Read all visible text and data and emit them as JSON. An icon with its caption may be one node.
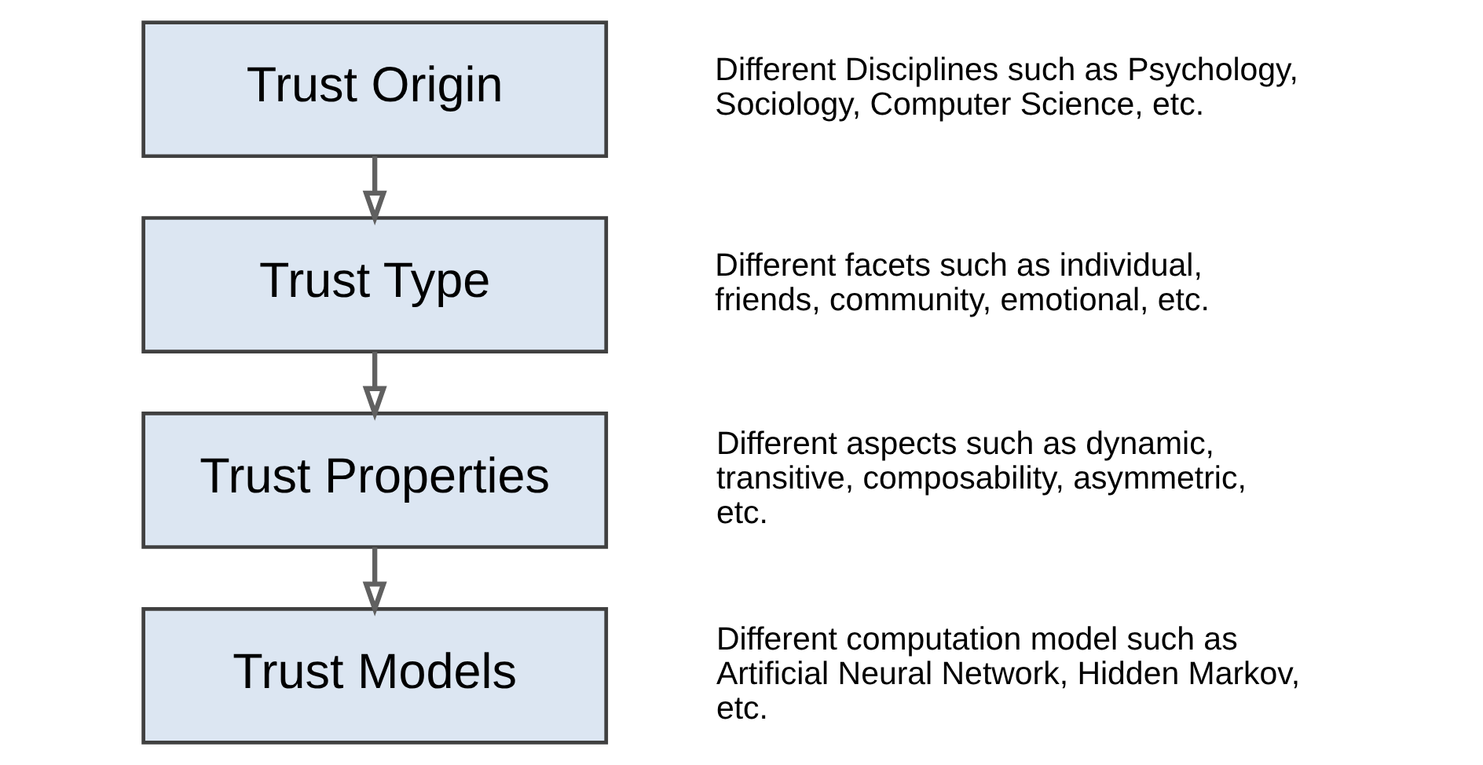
{
  "diagram": {
    "nodes": [
      {
        "text": [
          "Trust Origin"
        ],
        "beside": [
          "Different Disciplines such as Psychology, Sociology, Computer Science, etc."
        ]
      },
      {
        "text": [
          "Trust Type"
        ],
        "beside": [
          "Different facets such as individual, friends, community, emotional, etc."
        ]
      },
      {
        "text": [
          "Trust Properties"
        ],
        "beside": [
          "Different aspects such as dynamic, transitive, composability, asymmetric, etc."
        ]
      },
      {
        "text": [
          "Trust Models"
        ],
        "beside": [
          "Different computation model such as Artificial Neural Network, Hidden Markov, etc."
        ]
      }
    ],
    "edges": [
      {
        "from": 0,
        "to": 1,
        "arrow": "to"
      },
      {
        "from": 1,
        "to": 2,
        "arrow": "to"
      },
      {
        "from": 2,
        "to": 3,
        "arrow": "to"
      }
    ]
  }
}
